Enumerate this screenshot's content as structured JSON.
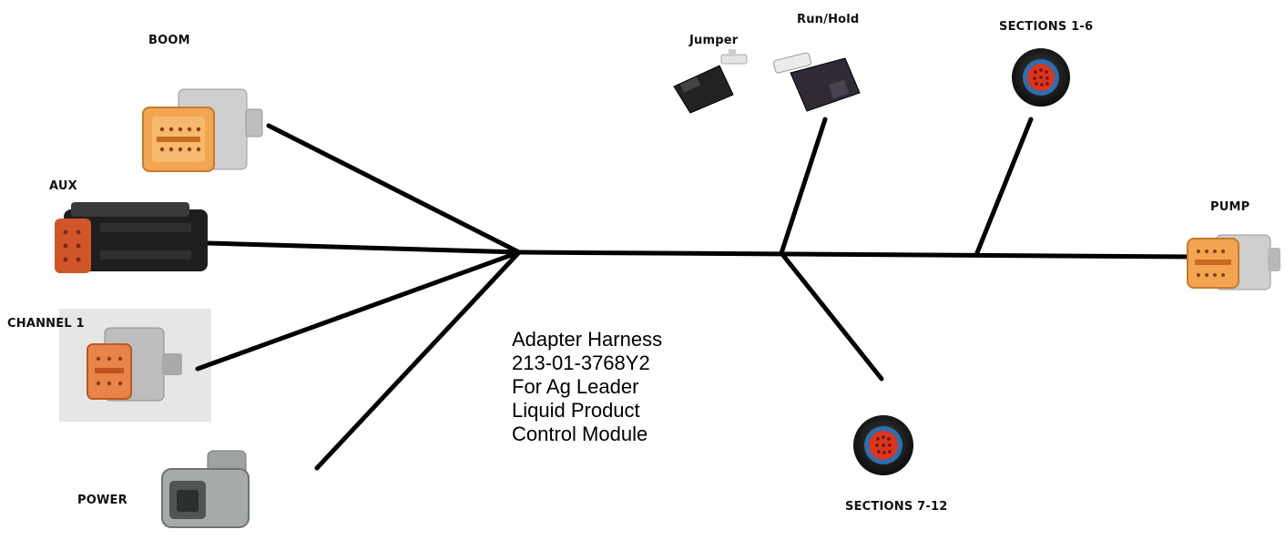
{
  "labels": {
    "boom": "BOOM",
    "aux": "AUX",
    "channel1": "CHANNEL 1",
    "power": "POWER",
    "jumper": "Jumper",
    "run_hold": "Run/Hold",
    "sections_1_6": "SECTIONS 1-6",
    "pump": "PUMP",
    "sections_7_12": "SECTIONS 7-12"
  },
  "description": {
    "line1": "Adapter Harness",
    "line2": "213-01-3768Y2",
    "line3": "For Ag Leader",
    "line4": "Liquid Product",
    "line5": "Control Module"
  },
  "colors": {
    "wire": "#000000",
    "connector_orange": "#f0a050",
    "connector_grey": "#c9c9c9",
    "connector_black": "#2a2a2a",
    "round_connector_blue": "#2d6fb0",
    "round_connector_red": "#d9361f"
  }
}
